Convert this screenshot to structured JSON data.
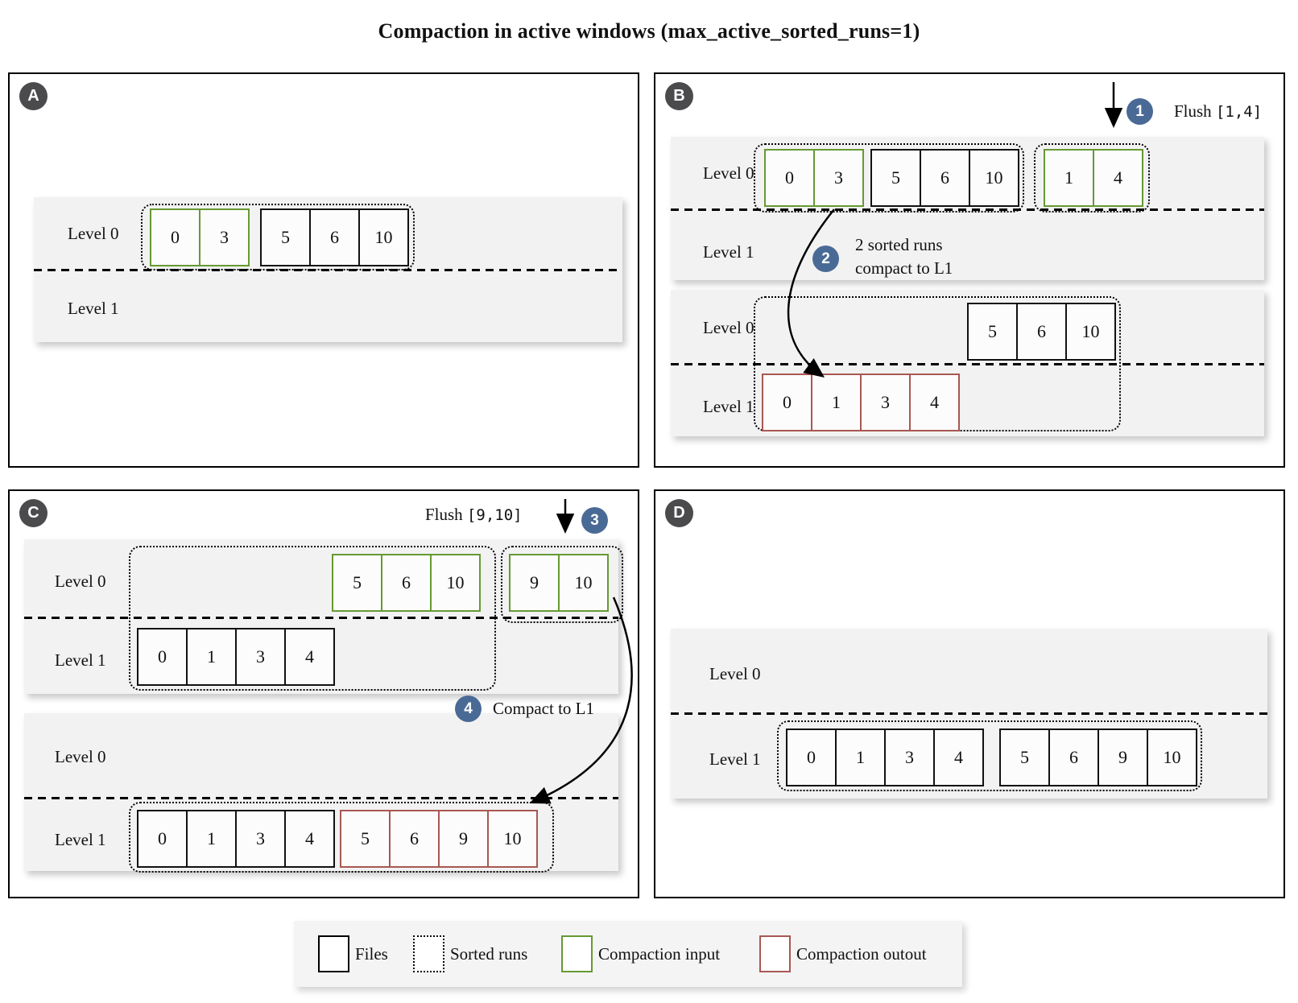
{
  "title": "Compaction in active windows (max_active_sorted_runs=1)",
  "theme": {
    "file_border": "#111111",
    "compaction_input_border": "#669933",
    "compaction_output_border": "#a85752",
    "step_badge_bg": "#4a6a96",
    "panel_badge_bg": "#4b4b4d",
    "window_bg": "#f2f2f2"
  },
  "panels": {
    "A": {
      "badge": "A",
      "window1": {
        "level0": "Level 0",
        "level1": "Level 1",
        "run1": {
          "file1": [
            0,
            3
          ],
          "file2": [
            5,
            6,
            10
          ]
        }
      }
    },
    "B": {
      "badge": "B",
      "step1": {
        "num": "1",
        "action": "Flush",
        "range": "[1,4]"
      },
      "step2": {
        "num": "2",
        "line1": "2 sorted runs",
        "line2": "compact to L1"
      },
      "window1": {
        "level0": "Level 0",
        "level1": "Level 1",
        "run1": {
          "file1": [
            0,
            3
          ],
          "file2": [
            5,
            6,
            10
          ]
        },
        "run2": {
          "file1": [
            1,
            4
          ]
        }
      },
      "window2": {
        "level0": "Level 0",
        "level1": "Level 1",
        "run1": {
          "file1": [
            5,
            6,
            10
          ],
          "file2": [
            0,
            1,
            3,
            4
          ]
        }
      }
    },
    "C": {
      "badge": "C",
      "step3": {
        "num": "3",
        "action": "Flush",
        "range": "[9,10]"
      },
      "step4": {
        "num": "4",
        "label": "Compact to L1"
      },
      "window1": {
        "level0": "Level 0",
        "level1": "Level 1",
        "run1": {
          "file1": [
            5,
            6,
            10
          ],
          "file2": [
            0,
            1,
            3,
            4
          ]
        },
        "run2": {
          "file1": [
            9,
            10
          ]
        }
      },
      "window2": {
        "level0": "Level 0",
        "level1": "Level 1",
        "run1": {
          "file1": [
            0,
            1,
            3,
            4
          ],
          "file2": [
            5,
            6,
            9,
            10
          ]
        }
      }
    },
    "D": {
      "badge": "D",
      "window1": {
        "level0": "Level 0",
        "level1": "Level 1",
        "run1": {
          "file1": [
            0,
            1,
            3,
            4
          ],
          "file2": [
            5,
            6,
            9,
            10
          ]
        }
      }
    }
  },
  "legend": {
    "files": "Files",
    "sorted_runs": "Sorted runs",
    "compaction_input": "Compaction input",
    "compaction_output": "Compaction outout"
  }
}
